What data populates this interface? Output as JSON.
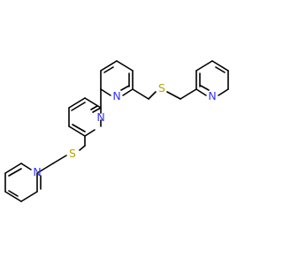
{
  "molecule": {
    "colors": {
      "bond": "#000000",
      "nitrogen": "#3333ff",
      "sulfur": "#b8a400",
      "background": "#ffffff"
    },
    "atoms": {
      "n_bipy_right": "N",
      "n_bipy_left": "N",
      "n_pyridyl_right": "N",
      "n_pyridyl_left": "N",
      "s_right": "S",
      "s_left": "S"
    }
  }
}
